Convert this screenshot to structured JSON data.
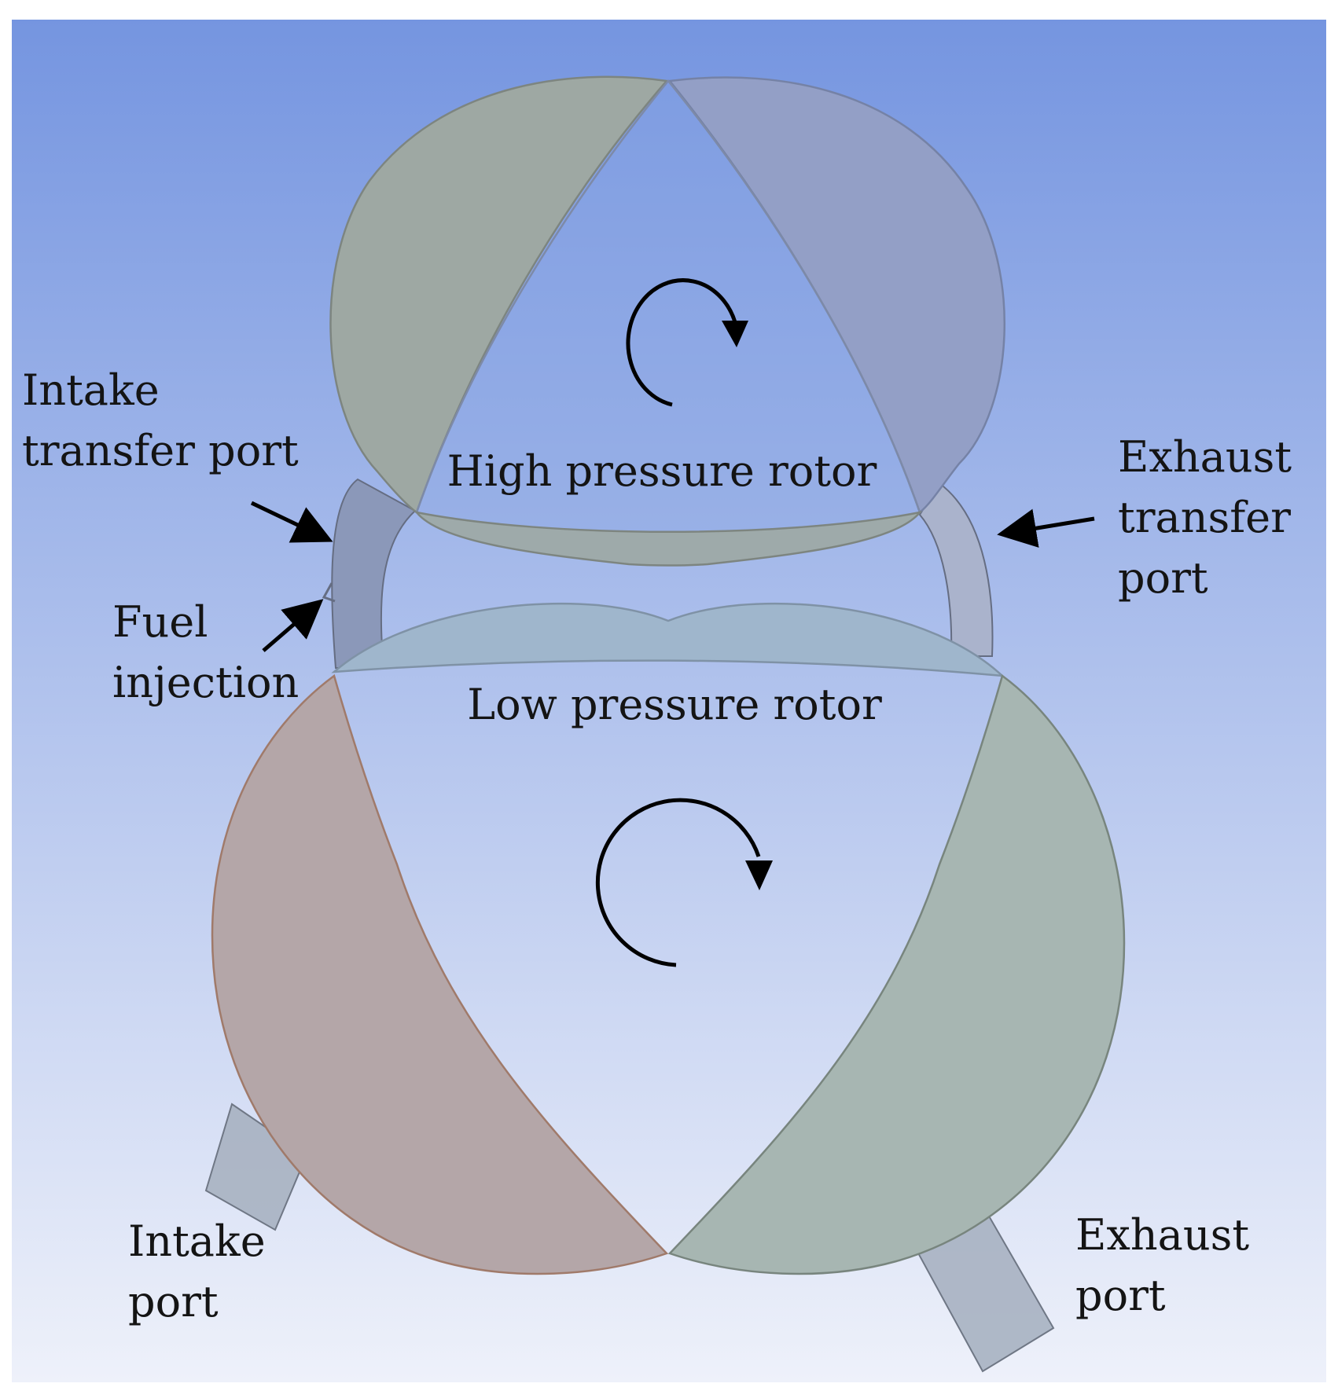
{
  "labels": {
    "intake_transfer_port": [
      "Intake",
      "transfer port"
    ],
    "exhaust_transfer_port": [
      "Exhaust",
      "transfer",
      "port"
    ],
    "fuel_injection": [
      "Fuel",
      "injection"
    ],
    "high_pressure_rotor": "High pressure rotor",
    "low_pressure_rotor": "Low pressure rotor",
    "intake_port": [
      "Intake",
      "port"
    ],
    "exhaust_port": [
      "Exhaust",
      "port"
    ]
  },
  "colors": {
    "background_top": "#7595e0",
    "background_bottom": "#eef1fa",
    "hp_left_chamber": "#9ea8a3",
    "hp_right_chamber": "#939fc6",
    "hp_bottom_chamber": "#9eaaaa",
    "lp_top_chamber": "#9fb6cc",
    "lp_left_chamber": "#b4a6a8",
    "lp_right_chamber": "#a7b6b2",
    "transfer_ports": "#8b98b9",
    "ports": "#a7b1c1",
    "arrows": "#000000"
  },
  "icons": {
    "rotation": "clockwise-rotation-arrow",
    "pointer": "callout-arrow"
  }
}
